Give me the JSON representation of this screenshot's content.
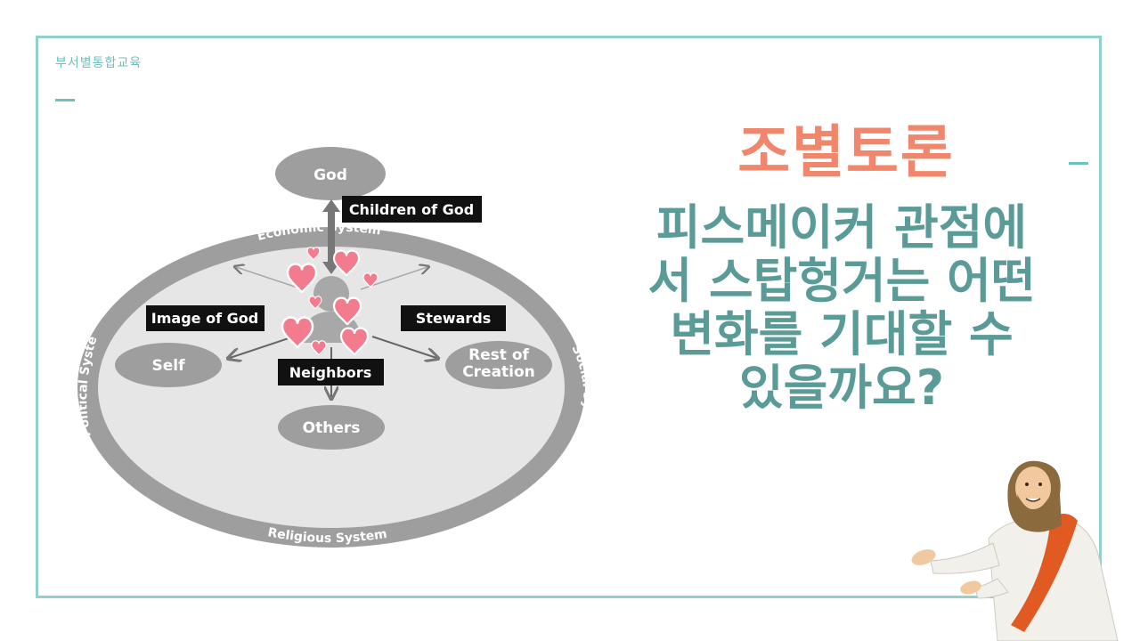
{
  "header": {
    "dept_label": "부서별통합교육"
  },
  "slide": {
    "session_title": "조별토론",
    "question_lines": [
      "피스메이커 관점에",
      "서 스탑헝거는 어떤",
      "변화를 기대할 수",
      "있을까요?"
    ]
  },
  "diagram": {
    "top_oval": "God",
    "ring_labels": {
      "top": "Economic System",
      "left": "Political System",
      "right": "Social System",
      "bottom": "Religious System"
    },
    "ovals": {
      "self": "Self",
      "rest": [
        "Rest of",
        "Creation"
      ],
      "others": "Others"
    },
    "relation_labels": {
      "children": "Children of God",
      "image": "Image of God",
      "stewards": "Stewards",
      "neighbors": "Neighbors"
    }
  },
  "colors": {
    "accent_title": "#f0866b",
    "accent_question": "#5a9b97",
    "frame": "#93cfcc"
  }
}
